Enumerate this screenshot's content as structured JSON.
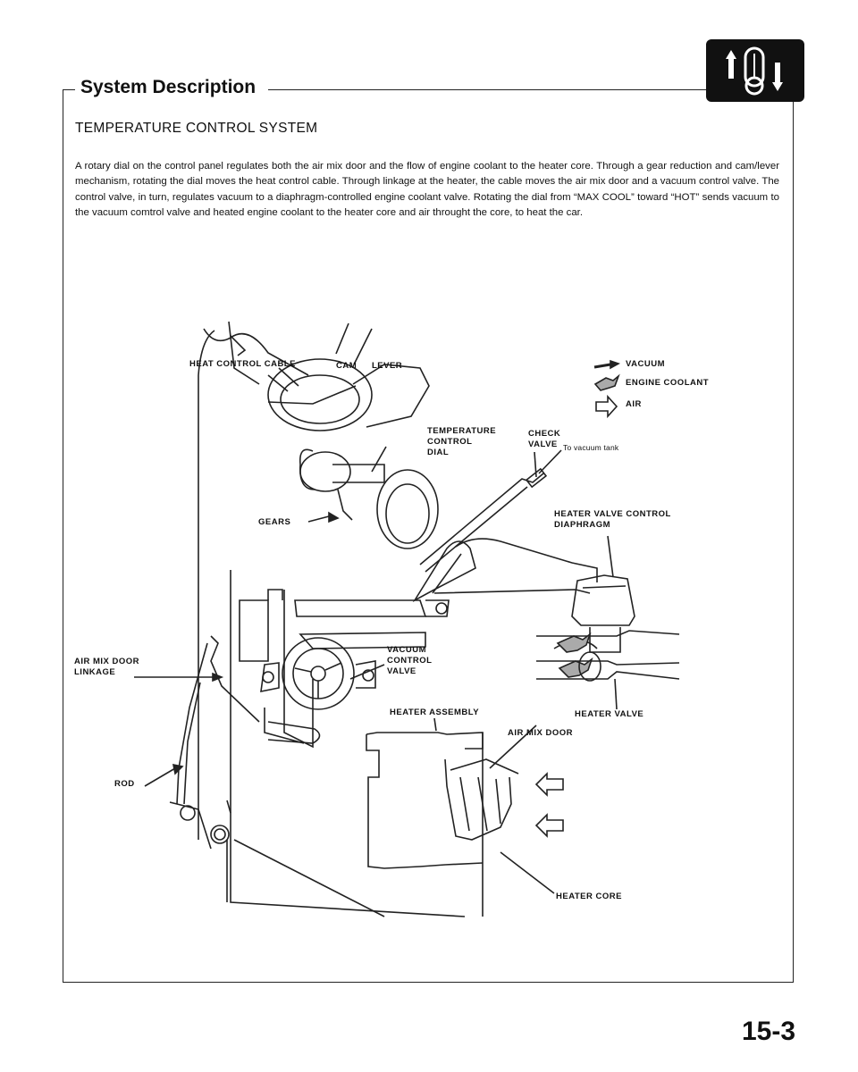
{
  "header": {
    "section_title": "System Description",
    "icon": "heater-thermometer-icon"
  },
  "content": {
    "subheading": "TEMPERATURE CONTROL SYSTEM",
    "paragraph": "A rotary dial on the control panel regulates both the air mix door and the flow of engine coolant to the heater core. Through a gear reduction and cam/lever mechanism, rotating the dial moves the heat control cable. Through linkage at the heater, the cable moves the air mix door and a vacuum control valve. The control valve, in turn, regulates vacuum to a diaphragm-controlled engine coolant valve. Rotating the dial from “MAX COOL” toward “HOT” sends vacuum to the vacuum comtrol valve and heated engine coolant to the heater core and air throught the core, to heat the car."
  },
  "legend": {
    "vacuum": "VACUUM",
    "engine_coolant": "ENGINE COOLANT",
    "air": "AIR"
  },
  "labels": {
    "heat_control_cable": "HEAT CONTROL CABLE",
    "cam": "CAM",
    "lever": "LEVER",
    "temp_dial_1": "TEMPERATURE",
    "temp_dial_2": "CONTROL",
    "temp_dial_3": "DIAL",
    "check_valve_1": "CHECK",
    "check_valve_2": "VALVE",
    "to_vacuum_tank": "To vacuum tank",
    "gears": "GEARS",
    "hv_diaphragm_1": "HEATER VALVE CONTROL",
    "hv_diaphragm_2": "DIAPHRAGM",
    "air_mix_linkage_1": "AIR MIX DOOR",
    "air_mix_linkage_2": "LINKAGE",
    "vac_valve_1": "VACUUM",
    "vac_valve_2": "CONTROL",
    "vac_valve_3": "VALVE",
    "heater_assembly": "HEATER ASSEMBLY",
    "heater_valve": "HEATER VALVE",
    "air_mix_door": "AIR MIX DOOR",
    "rod": "ROD",
    "heater_core": "HEATER CORE"
  },
  "footer": {
    "page_number": "15-3"
  }
}
